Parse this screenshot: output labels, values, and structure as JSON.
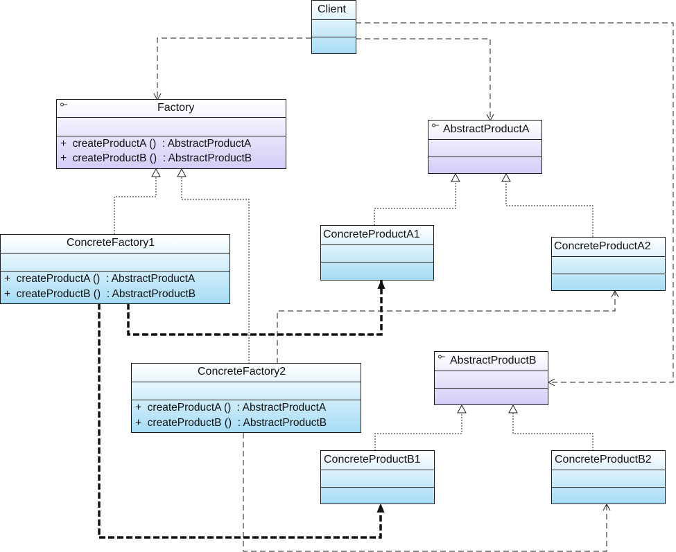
{
  "classes": {
    "client": {
      "name": "Client",
      "operations": []
    },
    "factory": {
      "name": "Factory",
      "operations": [
        "+  createProductA ()  : AbstractProductA",
        "+  createProductB ()  : AbstractProductB"
      ]
    },
    "concrete_factory_1": {
      "name": "ConcreteFactory1",
      "operations": [
        "+  createProductA ()  : AbstractProductA",
        "+  createProductB ()  : AbstractProductB"
      ]
    },
    "concrete_factory_2": {
      "name": "ConcreteFactory2",
      "operations": [
        "+  createProductA ()  : AbstractProductA",
        "+  createProductB ()  : AbstractProductB"
      ]
    },
    "abstract_product_a": {
      "name": "AbstractProductA",
      "operations": []
    },
    "concrete_product_a1": {
      "name": "ConcreteProductA1",
      "operations": []
    },
    "concrete_product_a2": {
      "name": "ConcreteProductA2",
      "operations": []
    },
    "abstract_product_b": {
      "name": "AbstractProductB",
      "operations": []
    },
    "concrete_product_b1": {
      "name": "ConcreteProductB1",
      "operations": []
    },
    "concrete_product_b2": {
      "name": "ConcreteProductB2",
      "operations": []
    }
  },
  "relationships": [
    {
      "type": "dependency",
      "from": "Client",
      "to": "Factory"
    },
    {
      "type": "dependency",
      "from": "Client",
      "to": "AbstractProductA"
    },
    {
      "type": "dependency",
      "from": "Client",
      "to": "AbstractProductB"
    },
    {
      "type": "realization",
      "from": "ConcreteFactory1",
      "to": "Factory"
    },
    {
      "type": "realization",
      "from": "ConcreteFactory2",
      "to": "Factory"
    },
    {
      "type": "realization",
      "from": "ConcreteProductA1",
      "to": "AbstractProductA"
    },
    {
      "type": "realization",
      "from": "ConcreteProductA2",
      "to": "AbstractProductA"
    },
    {
      "type": "realization",
      "from": "ConcreteProductB1",
      "to": "AbstractProductB"
    },
    {
      "type": "realization",
      "from": "ConcreteProductB2",
      "to": "AbstractProductB"
    },
    {
      "type": "dependency",
      "from": "ConcreteFactory1",
      "to": "ConcreteProductA1"
    },
    {
      "type": "dependency",
      "from": "ConcreteFactory1",
      "to": "ConcreteProductB1"
    },
    {
      "type": "dependency",
      "from": "ConcreteFactory2",
      "to": "ConcreteProductA2"
    },
    {
      "type": "dependency",
      "from": "ConcreteFactory2",
      "to": "ConcreteProductB2"
    }
  ],
  "colors": {
    "abstract_fill": "#d2cef7",
    "concrete_fill": "#a6dcf5",
    "line": "#1a1a1a"
  }
}
